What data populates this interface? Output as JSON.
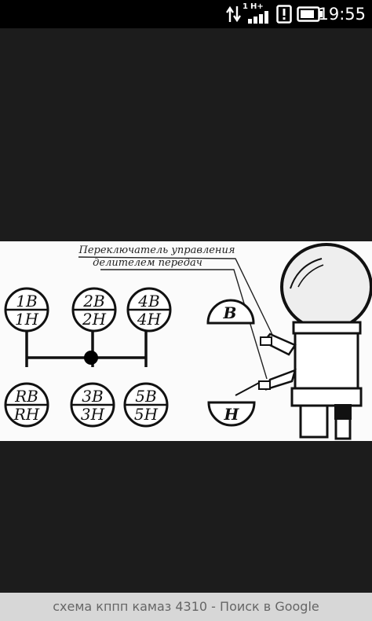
{
  "status_bar": {
    "time": "19:55",
    "network_label": "H+",
    "sim_label": "1",
    "icons": [
      "data-transfer-icon",
      "signal-icon",
      "notification-icon",
      "battery-icon"
    ]
  },
  "diagram": {
    "caption_line1": "Переключатель управления",
    "caption_line2": "делителем передач",
    "gears": [
      {
        "top": "1B",
        "bottom": "1H"
      },
      {
        "top": "2B",
        "bottom": "2H"
      },
      {
        "top": "4B",
        "bottom": "4H"
      },
      {
        "top": "RB",
        "bottom": "RH"
      },
      {
        "top": "3B",
        "bottom": "3H"
      },
      {
        "top": "5B",
        "bottom": "5H"
      }
    ],
    "switch_upper": "B",
    "switch_lower": "H"
  },
  "caption_bar": {
    "text": "схема кппп камаз 4310 - Поиск в Google"
  }
}
